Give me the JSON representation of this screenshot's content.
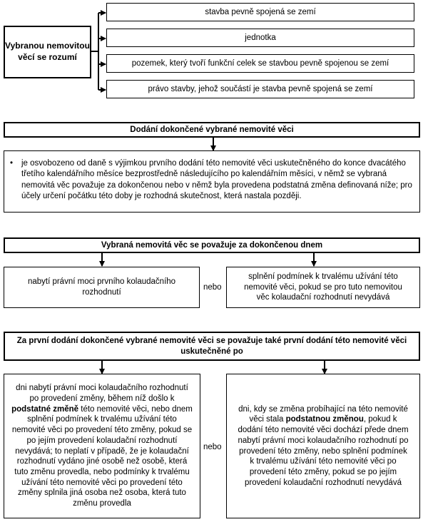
{
  "section1": {
    "left_label": "Vybranou nemovitou věcí se rozumí",
    "items": [
      "stavba pevně spojená se zemí",
      "jednotka",
      "pozemek, který tvoří funkční celek se stavbou pevně spojenou se zemí",
      "právo stavby, jehož součástí je stavba pevně spojená se zemí"
    ]
  },
  "section2": {
    "title": "Dodání dokončené vybrané nemovité věci",
    "bullet": "•",
    "text": "je osvobozeno od daně s výjimkou prvního dodání této nemovité věci uskutečněného do konce dvacátého třetího kalendářního měsíce bezprostředně následujícího po kalendářním měsíci, v němž se vybraná nemovitá věc považuje za dokončenou nebo v němž byla provedena podstatná změna definovaná níže; pro účely určení počátku této doby je rozhodná skutečnost, která nastala později."
  },
  "section3": {
    "title": "Vybraná nemovitá věc se považuje za dokončenou dnem",
    "left": "nabytí právní moci prvního kolaudačního rozhodnutí",
    "or": "nebo",
    "right": "splnění podmínek k trvalému užívání této nemovité věci, pokud se pro tuto nemovitou věc kolaudační rozhodnutí nevydává"
  },
  "section4": {
    "title": "Za první dodání dokončené vybrané nemovité věci se považuje také první dodání této nemovité věci uskutečněné po",
    "left_a": "dni nabytí právní moci kolaudačního rozhodnutí po provedení změny, během níž došlo k",
    "left_bold": "podstatné změně",
    "left_b": "této nemovité věci, nebo dnem splnění podmínek k trvalému užívání této nemovité věci po provedení této změny, pokud se po jejím provedení kolaudační rozhodnutí nevydává; to neplatí v případě, že je kolaudační rozhodnutí vydáno jiné osobě než osobě, která tuto změnu provedla, nebo podmínky k trvalému užívání této nemovité věci po provedení této změny splnila jiná osoba než osoba, která tuto změnu provedla",
    "or": "nebo",
    "right_a": "dni, kdy se změna probíhající na této nemovité věci stala",
    "right_bold": "podstatnou změnou",
    "right_b": ", pokud k dodání této nemovité věci dochází přede dnem nabytí právní moci kolaudačního rozhodnutí po provedení této změny, nebo splnění podmínek k trvalému užívání této nemovité věci po provedení této změny, pokud se po jejím provedení kolaudační rozhodnutí nevydává"
  }
}
